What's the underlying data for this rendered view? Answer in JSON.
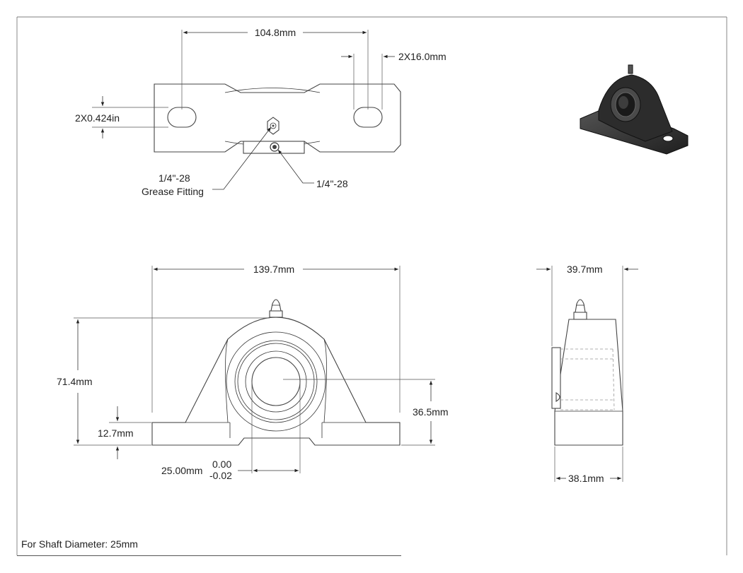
{
  "footer": {
    "note": "For Shaft Diameter: 25mm"
  },
  "top_view": {
    "overall_slot_spacing": "104.8mm",
    "slot_width": "2X16.0mm",
    "slot_height": "2X0.424in",
    "grease_fitting_thread": "1/4\"-28",
    "grease_fitting_label": "Grease Fitting",
    "set_screw_thread": "1/4\"-28"
  },
  "front_view": {
    "overall_length": "139.7mm",
    "overall_height": "71.4mm",
    "base_height": "12.7mm",
    "shaft_center_height": "36.5mm",
    "bore_diameter": "25.00mm",
    "tolerance_upper": "0.00",
    "tolerance_lower": "-0.02"
  },
  "side_view": {
    "overall_width": "39.7mm",
    "base_width": "38.1mm"
  },
  "colors": {
    "line": "#444444",
    "shade": "#3a3a3a"
  }
}
